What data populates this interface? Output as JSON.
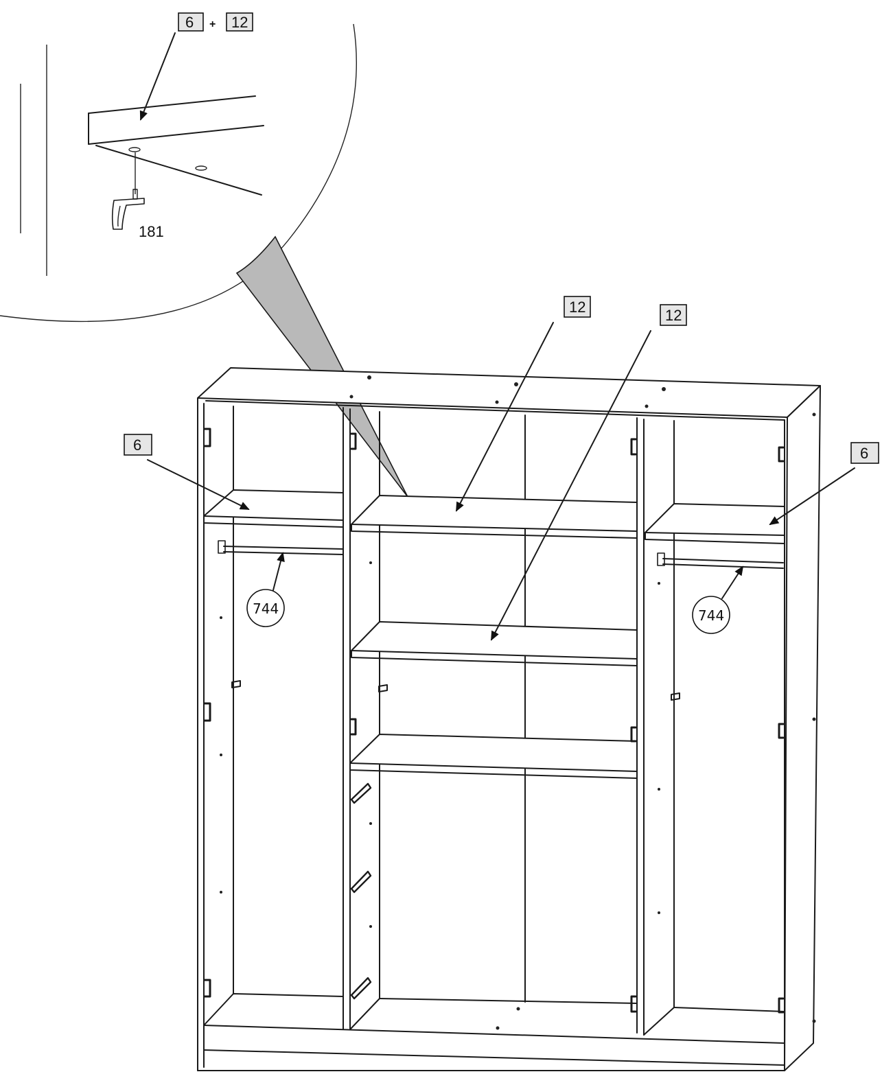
{
  "detail": {
    "label_a": "6",
    "plus": "+",
    "label_b": "12",
    "part": "181"
  },
  "labels": {
    "top_mid": "12",
    "top_right": "12",
    "left": "6",
    "right": "6",
    "rail_left": "744",
    "rail_right": "744"
  },
  "colors": {
    "line": "#1a1a1a",
    "label_box": "#e6e6e6",
    "callout_wedge": "#b9b9b9"
  }
}
